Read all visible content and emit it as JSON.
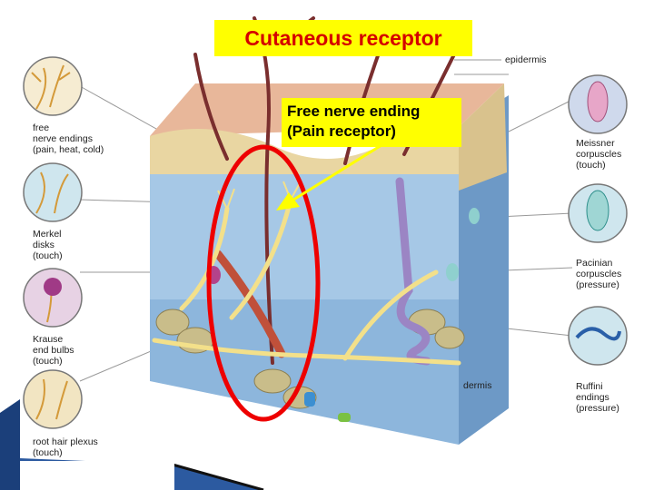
{
  "title": "Cutaneous receptor",
  "callout": {
    "line1": "Free nerve ending",
    "line2": "(Pain receptor)"
  },
  "labels": {
    "epidermis": "epidermis",
    "dermis": "dermis",
    "free_nerve": "free\nnerve endings\n(pain, heat, cold)",
    "merkel": "Merkel\ndisks\n(touch)",
    "krause": "Krause\nend bulbs\n(touch)",
    "root_hair": "root hair plexus\n(touch)",
    "meissner": "Meissner\ncorpuscles\n(touch)",
    "pacinian": "Pacinian\ncorpuscles\n(pressure)",
    "ruffini": "Ruffini\nendings\n(pressure)"
  },
  "colors": {
    "title_bg": "#ffff00",
    "title_text": "#d40000",
    "highlight_ellipse": "#ee0000",
    "arrow": "#ffff00"
  }
}
